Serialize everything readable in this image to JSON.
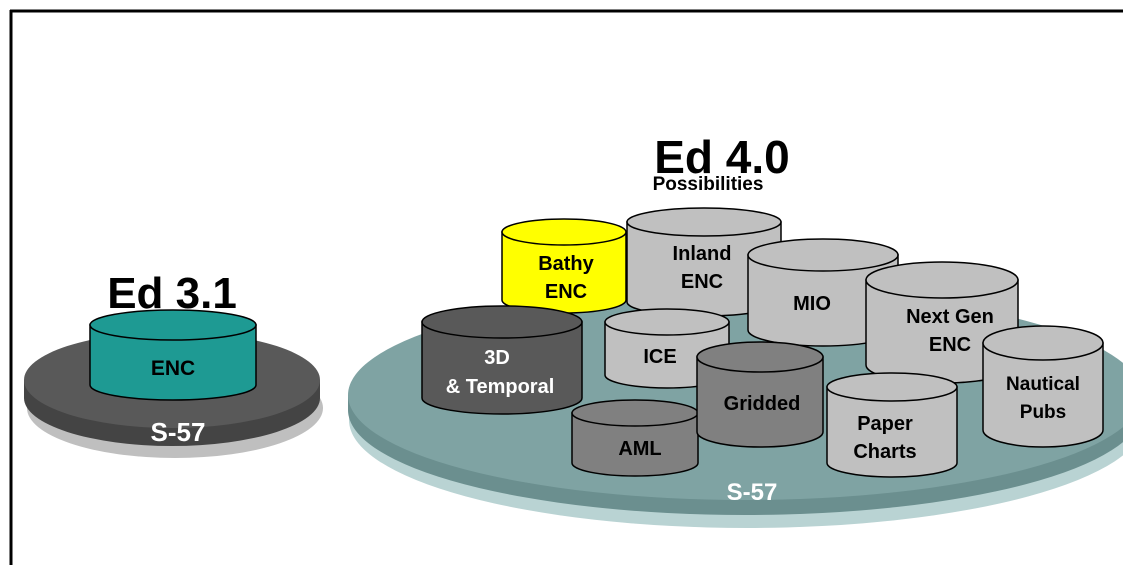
{
  "left_group": {
    "title": "Ed 3.1",
    "base_label": "S-57",
    "cylinder_label": "ENC"
  },
  "right_group": {
    "title": "Ed 4.0",
    "subtitle": "Possibilities",
    "base_label": "S-57",
    "cylinders": {
      "bathy": [
        "Bathy",
        "ENC"
      ],
      "inland": [
        "Inland",
        "ENC"
      ],
      "mio": [
        "MIO"
      ],
      "nextgen": [
        "Next Gen",
        "ENC"
      ],
      "temporal": [
        "3D",
        "& Temporal"
      ],
      "ice": [
        "ICE"
      ],
      "gridded": [
        "Gridded"
      ],
      "nautical": [
        "Nautical",
        "Pubs"
      ],
      "aml": [
        "AML"
      ],
      "paper": [
        "Paper",
        "Charts"
      ]
    }
  },
  "colors": {
    "frame": "#000000",
    "left_disc": "#595959",
    "left_disc_shadow": "#bfbfbf",
    "teal_cylinder": "#1e9a93",
    "right_disc": "#7fa3a3",
    "right_disc_shadow": "#b9d3d3",
    "yellow_cylinder": "#ffff00",
    "light_grey_cylinder": "#c0c0c0",
    "dark_grey_cylinder": "#595959",
    "mid_grey_cylinder": "#808080"
  }
}
